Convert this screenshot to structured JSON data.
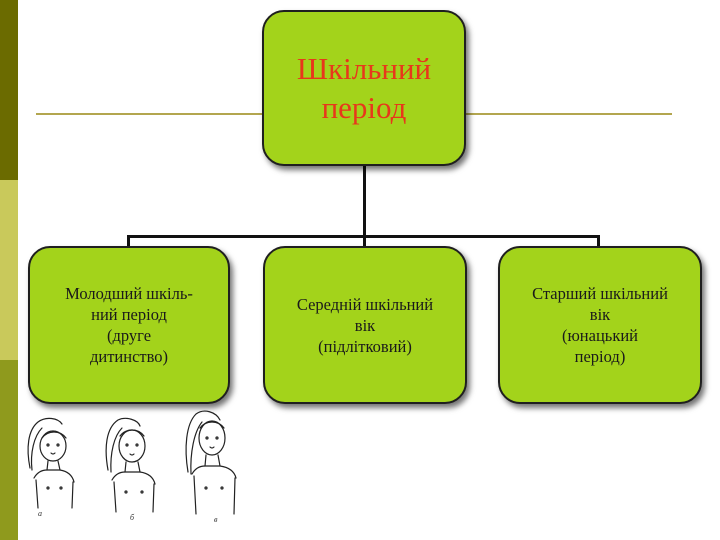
{
  "title": {
    "lines": [
      "Шкільний",
      "період"
    ]
  },
  "stages": [
    {
      "lines": [
        "Молодший шкіль-",
        "ний період",
        "(друге",
        "дитинство)"
      ]
    },
    {
      "lines": [
        "Середній шкільний",
        "вік",
        "(підлітковий)"
      ]
    },
    {
      "lines": [
        "Старший шкільний",
        "вік",
        "(юнацький",
        "період)"
      ]
    }
  ],
  "colors": {
    "box_fill": "#a3d31b",
    "title_text": "#e8371b",
    "rule": "#b3a64f"
  },
  "illustration": {
    "figure_labels": [
      "а",
      "б",
      "в"
    ]
  }
}
